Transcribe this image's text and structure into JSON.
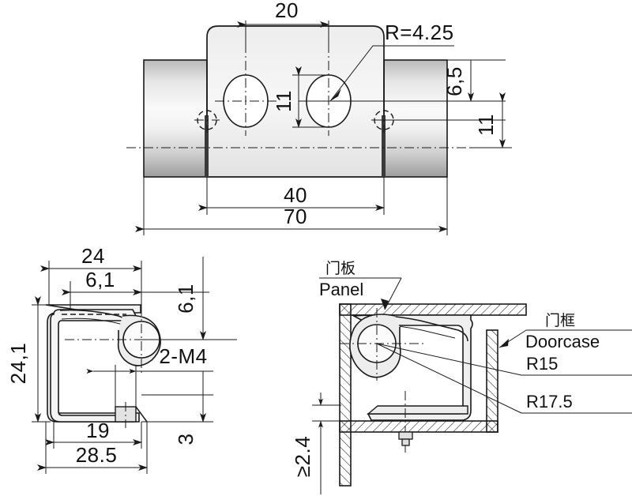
{
  "drawing": {
    "title": "Cabinet Door Catch / Bracket Technical Drawing",
    "type": "engineering-drawing",
    "units": "mm",
    "background_color": "#ffffff",
    "line_color": "#1a1a1a",
    "fill_color": "#f2f2f2"
  },
  "views": {
    "top": {
      "name": "top-view",
      "dimensions": {
        "hole_spacing": "20",
        "radius_note": "R=4.25",
        "hole_height": "11",
        "offset_right_upper": "6,5",
        "offset_right_lower": "11",
        "mount_span": "40",
        "overall_length": "70"
      }
    },
    "side": {
      "name": "side-view",
      "dimensions": {
        "width_total": "24",
        "width_inner": "6,1",
        "height_right": "6,1",
        "height_total": "24,1",
        "thread_note": "2-M4",
        "base_inner": "19",
        "base_total": "28.5",
        "thread_offset": "3"
      }
    },
    "installation": {
      "name": "installation-view",
      "labels": {
        "panel_cn": "门板",
        "panel_en": "Panel",
        "doorcase_cn": "门框",
        "doorcase_en": "Doorcase",
        "radius_r15": "R15",
        "radius_r175": "R17.5",
        "gap_min": "≥2.4"
      }
    }
  },
  "chart_data": {
    "type": "table",
    "title": "Bracket dimensions (mm)",
    "categories": [
      "20",
      "R=4.25",
      "11",
      "6,5",
      "11",
      "40",
      "70",
      "24",
      "6,1",
      "6,1",
      "24,1",
      "2-M4",
      "19",
      "3",
      "28.5",
      "R15",
      "R17.5",
      "≥2.4"
    ],
    "values": [
      20,
      4.25,
      11,
      6.5,
      11,
      40,
      70,
      24,
      6.1,
      6.1,
      24.1,
      4,
      19,
      3,
      28.5,
      15,
      17.5,
      2.4
    ]
  }
}
